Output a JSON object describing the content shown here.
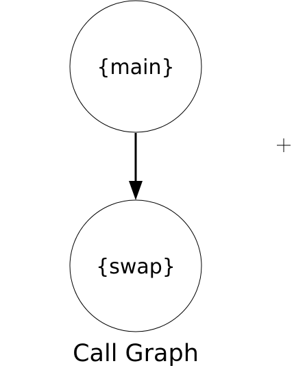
{
  "diagram": {
    "title": "Call Graph",
    "nodes": [
      {
        "id": "main",
        "label": "{main}"
      },
      {
        "id": "swap",
        "label": "{swap}"
      }
    ],
    "edges": [
      {
        "from": "main",
        "to": "swap"
      }
    ]
  },
  "colors": {
    "stroke": "#000000",
    "background": "#ffffff"
  }
}
